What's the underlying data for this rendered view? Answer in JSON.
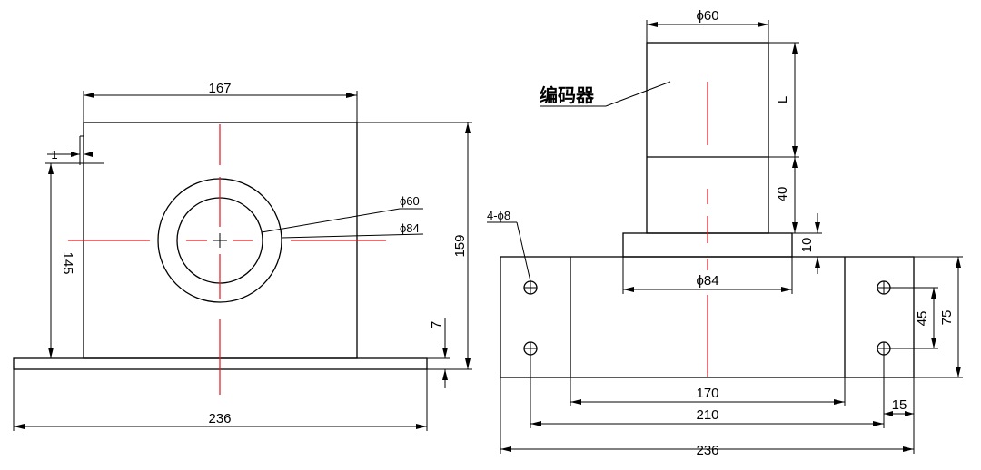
{
  "front_view": {
    "width_top": "167",
    "width_base": "236",
    "height_total": "159",
    "height_side": "145",
    "base_thickness": "7",
    "offset_1": "1",
    "inner_diameter": "ϕ60",
    "outer_diameter": "ϕ84"
  },
  "side_view": {
    "encoder_diameter": "ϕ60",
    "encoder_label": "编码器",
    "length_var": "L",
    "length_40": "40",
    "flange_thickness": "10",
    "flange_diameter": "ϕ84",
    "holes": "4-ϕ8",
    "hole_spacing_v": "45",
    "body_height": "75",
    "span_170": "170",
    "span_210": "210",
    "edge_15": "15",
    "width_total": "236"
  }
}
